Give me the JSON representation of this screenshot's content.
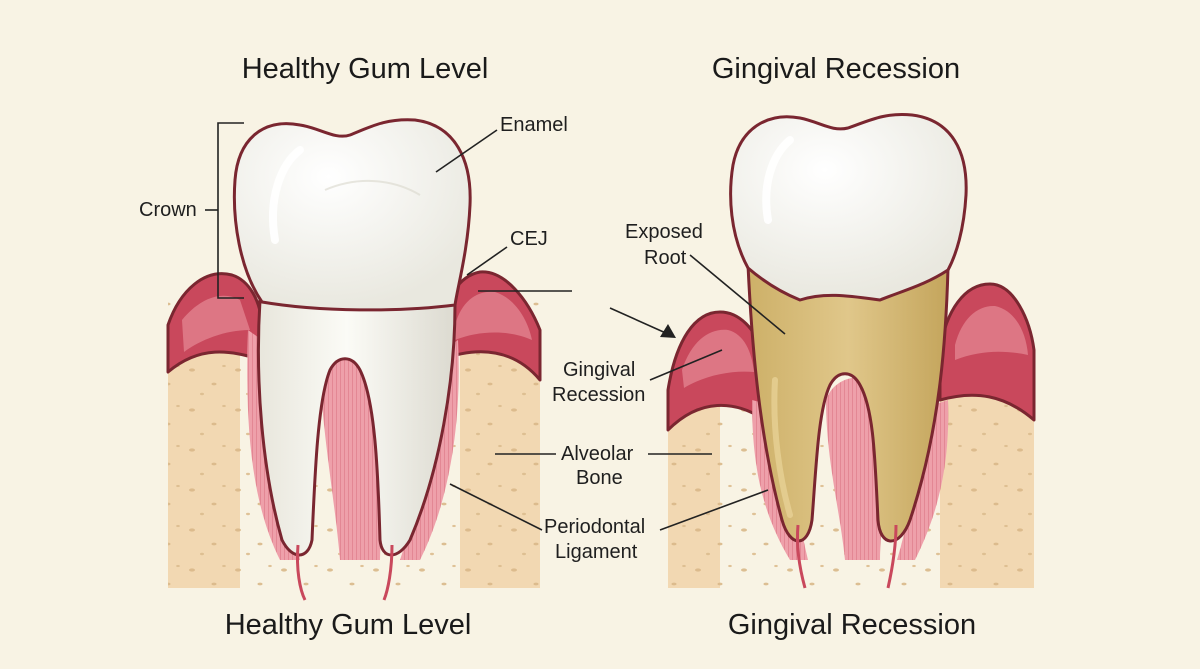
{
  "panels": {
    "healthy": {
      "top_title": "Healthy Gum Level",
      "bottom_title": "Healthy Gum Level"
    },
    "recession": {
      "top_title": "Gingival Recession",
      "bottom_title": "Gingival Recession"
    }
  },
  "labels": {
    "enamel": "Enamel",
    "crown": "Crown",
    "cej": "CEJ",
    "exposed_root_line1": "Exposed",
    "exposed_root_line2": "Root",
    "gingival_recession_line1": "Gingival",
    "gingival_recession_line2": "Recession",
    "alveolar_bone_line1": "Alveolar",
    "alveolar_bone_line2": "Bone",
    "periodontal_ligament_line1": "Periodontal",
    "periodontal_ligament_line2": "Ligament"
  },
  "colors": {
    "background": "#f8f3e4",
    "bone": "#f2d8b2",
    "gum": "#c9485c",
    "gum_light": "#e68a96",
    "ligament": "#eea0aa",
    "enamel": "#ffffff",
    "root": "#f0efe6",
    "exposed_root": "#d6bb73",
    "outline": "#7a2630"
  }
}
